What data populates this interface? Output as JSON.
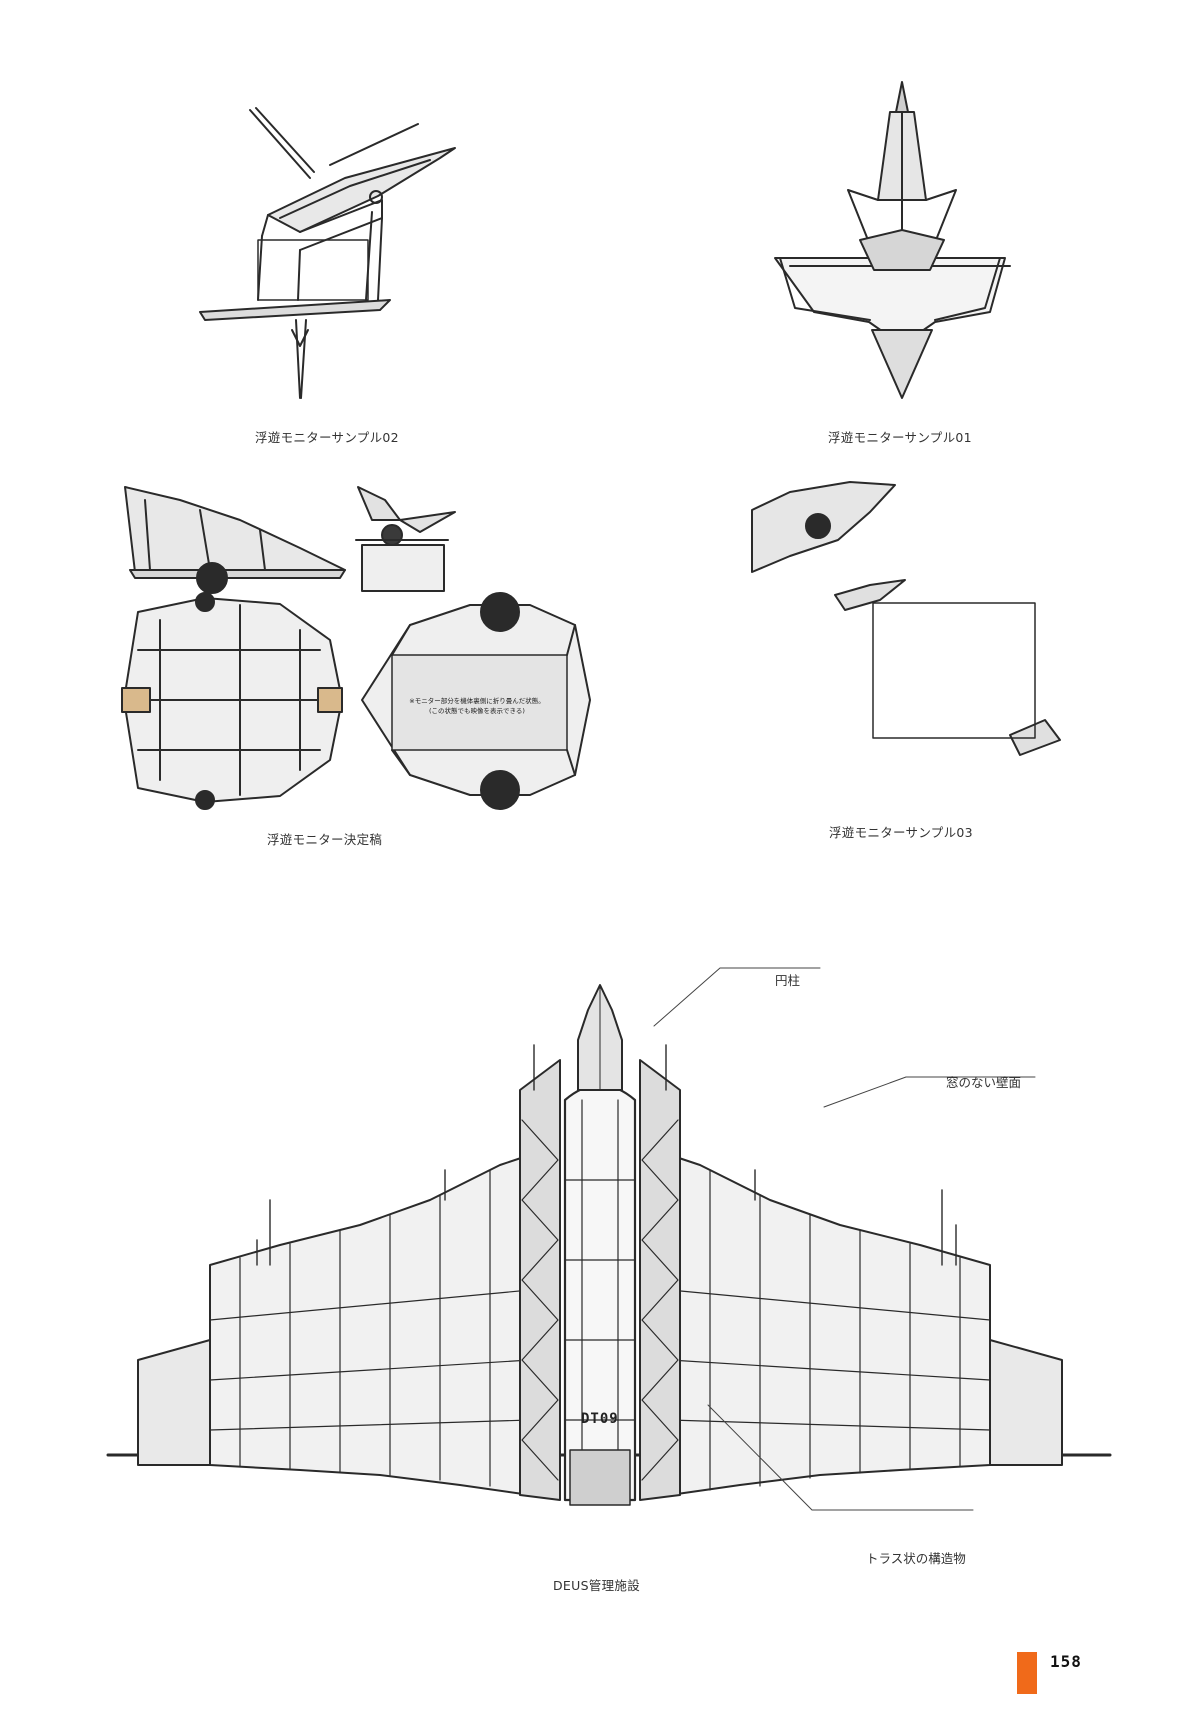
{
  "captions": {
    "sample02": "浮遊モニターサンプル02",
    "sample01": "浮遊モニターサンプル01",
    "final": "浮遊モニター決定稿",
    "sample03": "浮遊モニターサンプル03",
    "facility": "DEUS管理施設"
  },
  "callouts": {
    "pillar": "円柱",
    "windowless_wall": "窓のない壁面",
    "truss": "トラス状の構造物"
  },
  "note": {
    "line1": "※モニター部分を機体裏側に折り畳んだ状態。",
    "line2": "(この状態でも映像を表示できる)"
  },
  "building_label": "DT09",
  "page_number": "158",
  "colors": {
    "accent": "#f06a1a"
  }
}
